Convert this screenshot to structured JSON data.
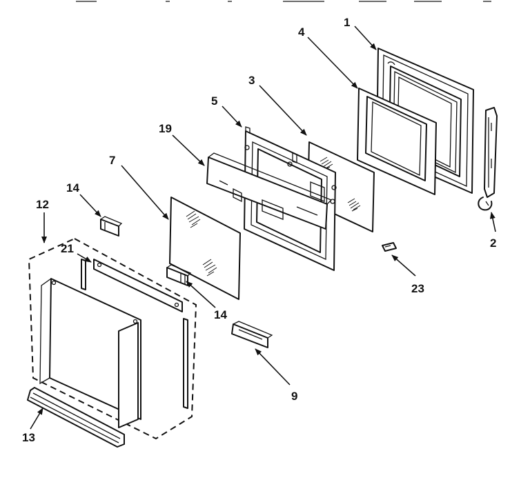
{
  "callouts": {
    "c1": "1",
    "c2": "2",
    "c3": "3",
    "c4": "4",
    "c5": "5",
    "c7": "7",
    "c9": "9",
    "c12": "12",
    "c13": "13",
    "c14a": "14",
    "c14b": "14",
    "c19": "19",
    "c21": "21",
    "c23": "23"
  }
}
